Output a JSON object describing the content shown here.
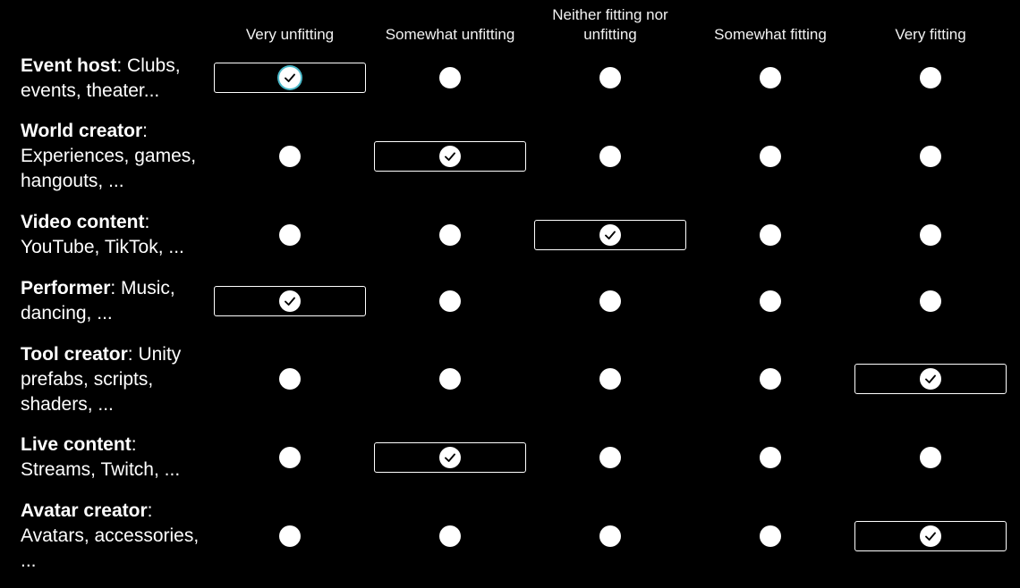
{
  "columns": [
    "Very unfitting",
    "Somewhat unfitting",
    "Neither fitting nor\nunfitting",
    "Somewhat fitting",
    "Very fitting"
  ],
  "rows": [
    {
      "title": "Event host",
      "desc": ": Clubs, events, theater...",
      "selected": 0
    },
    {
      "title": "World creator",
      "desc": ": Experiences, games, hangouts, ...",
      "selected": 1
    },
    {
      "title": "Video content",
      "desc": ": YouTube, TikTok, ...",
      "selected": 2
    },
    {
      "title": "Performer",
      "desc": ": Music, dancing, ...",
      "selected": 0
    },
    {
      "title": "Tool creator",
      "desc": ": Unity prefabs, scripts, shaders, ...",
      "selected": 4
    },
    {
      "title": "Live content",
      "desc": ": Streams, Twitch, ...",
      "selected": 1
    },
    {
      "title": "Avatar creator",
      "desc": ": Avatars, accessories, ...",
      "selected": 4
    }
  ],
  "icons": {
    "option": "radio-dot-icon",
    "selected": "checkmark-icon"
  },
  "colors": {
    "background": "#000000",
    "foreground": "#ffffff",
    "focus_ring": "#4ab8c8"
  }
}
